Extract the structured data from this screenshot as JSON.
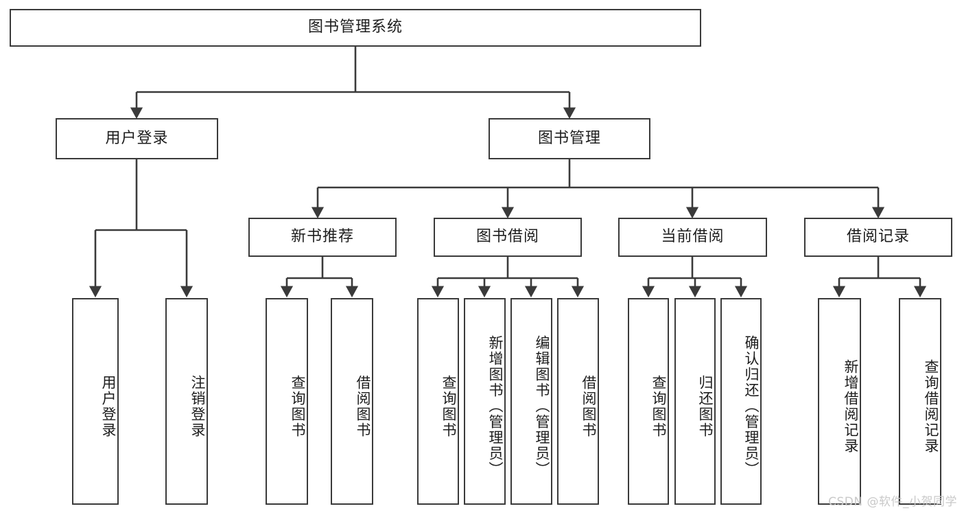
{
  "diagram": {
    "title": "图书管理系统",
    "type": "tree-hierarchy",
    "watermark": "CSDN @软件_小贺同学",
    "colors": {
      "stroke": "#3a3a3a",
      "fill": "#ffffff",
      "text": "#1d1d1d",
      "watermark": "#c9c9c9"
    }
  },
  "nodes": {
    "root": {
      "label": "图书管理系统",
      "level": 0,
      "orientation": "horizontal"
    },
    "level1": [
      {
        "id": "user-login",
        "label": "用户登录",
        "orientation": "horizontal"
      },
      {
        "id": "book-manage",
        "label": "图书管理",
        "orientation": "horizontal"
      }
    ],
    "level2": [
      {
        "id": "new-book-recommend",
        "label": "新书推荐",
        "orientation": "horizontal"
      },
      {
        "id": "book-borrow",
        "label": "图书借阅",
        "orientation": "horizontal"
      },
      {
        "id": "current-borrow",
        "label": "当前借阅",
        "orientation": "horizontal"
      },
      {
        "id": "borrow-record",
        "label": "借阅记录",
        "orientation": "horizontal"
      }
    ],
    "leaves": {
      "user-login": [
        {
          "id": "leaf-user-login",
          "label": "用户登录",
          "orientation": "vertical"
        },
        {
          "id": "leaf-logout",
          "label": "注销登录",
          "orientation": "vertical"
        }
      ],
      "new-book-recommend": [
        {
          "id": "leaf-query-book-1",
          "label": "查询图书",
          "orientation": "vertical"
        },
        {
          "id": "leaf-borrow-book-1",
          "label": "借阅图书",
          "orientation": "vertical"
        }
      ],
      "book-borrow": [
        {
          "id": "leaf-query-book-2",
          "label": "查询图书",
          "orientation": "vertical"
        },
        {
          "id": "leaf-add-book",
          "label": "新增图书（管理员）",
          "orientation": "vertical"
        },
        {
          "id": "leaf-edit-book",
          "label": "编辑图书（管理员）",
          "orientation": "vertical"
        },
        {
          "id": "leaf-borrow-book-2",
          "label": "借阅图书",
          "orientation": "vertical"
        }
      ],
      "current-borrow": [
        {
          "id": "leaf-query-book-3",
          "label": "查询图书",
          "orientation": "vertical"
        },
        {
          "id": "leaf-return-book",
          "label": "归还图书",
          "orientation": "vertical"
        },
        {
          "id": "leaf-confirm-return",
          "label": "确认归还（管理员）",
          "orientation": "vertical"
        }
      ],
      "borrow-record": [
        {
          "id": "leaf-add-record",
          "label": "新增借阅记录",
          "orientation": "vertical"
        },
        {
          "id": "leaf-query-record",
          "label": "查询借阅记录",
          "orientation": "vertical"
        }
      ]
    }
  }
}
